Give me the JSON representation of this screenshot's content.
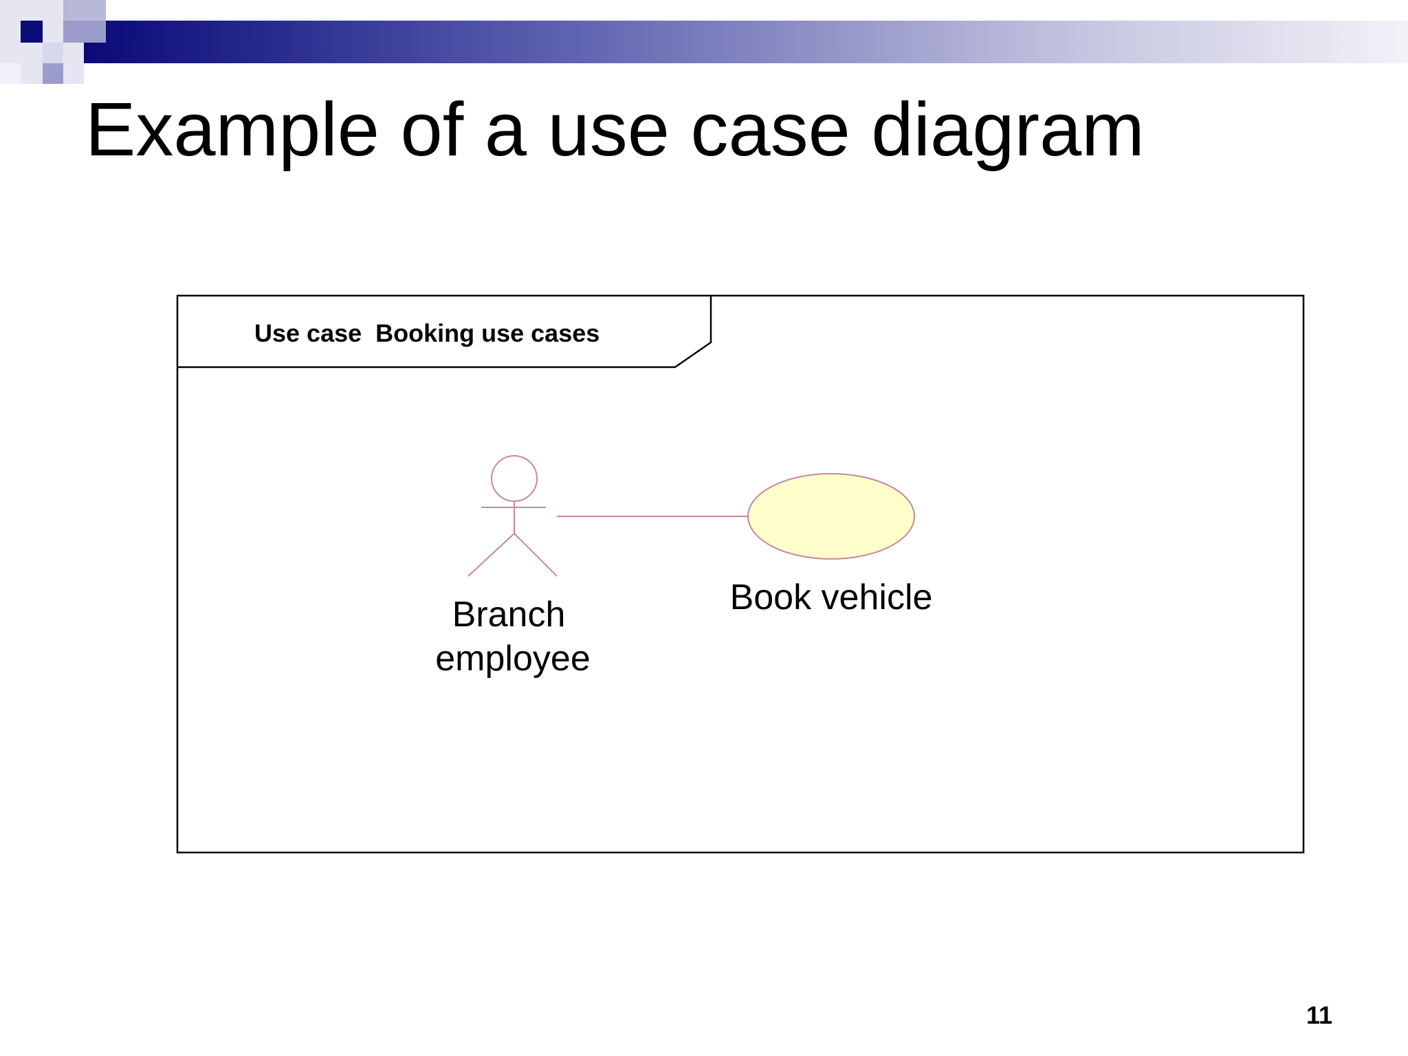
{
  "slide": {
    "title": "Example of a use case diagram",
    "number": "11"
  },
  "diagram": {
    "frame_label": "Use case  Booking use cases",
    "actor": {
      "line1": "Branch",
      "line2": "employee",
      "icon": "stick-figure-icon"
    },
    "use_case": {
      "label": "Book vehicle",
      "shape": "ellipse"
    }
  },
  "colors": {
    "header_dark": "#0a0a78",
    "header_mid": "#5a5fae",
    "header_light": "#c4c4e0",
    "actor_stroke": "#c8869a",
    "use_case_fill": "#ffffcc",
    "use_case_stroke": "#c8869a",
    "frame_stroke": "#000000",
    "text": "#000000"
  }
}
